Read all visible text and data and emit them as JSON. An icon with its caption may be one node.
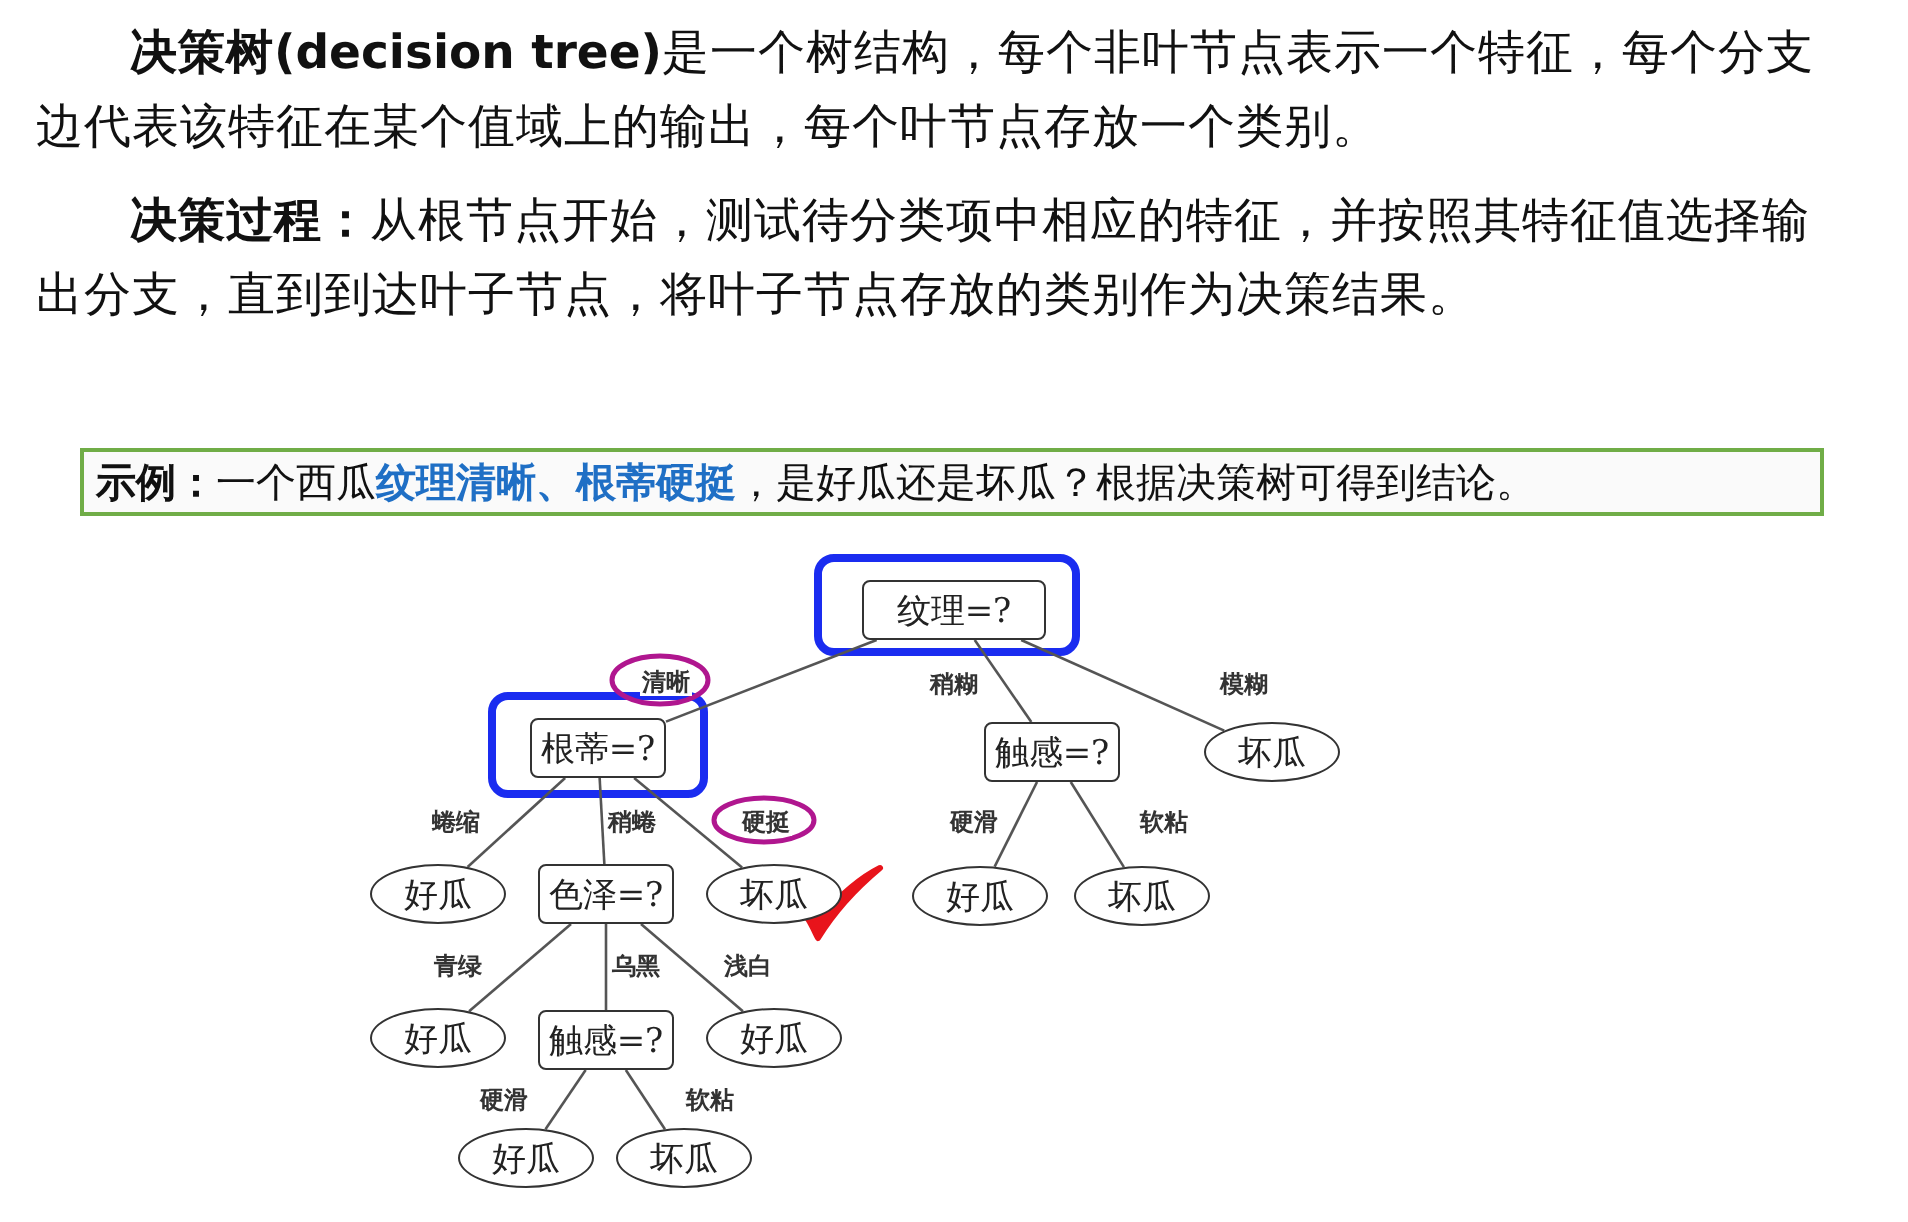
{
  "diagram": {
    "nodes": [
      {
        "text": [
          "纹理=?"
        ]
      },
      {
        "text": [
          "根蒂=?"
        ]
      },
      {
        "text": [
          "触感=?"
        ]
      },
      {
        "text": [
          "坏瓜"
        ]
      },
      {
        "text": [
          "好瓜"
        ]
      },
      {
        "text": [
          "色泽=?"
        ]
      },
      {
        "text": [
          "坏瓜"
        ]
      },
      {
        "text": [
          "好瓜"
        ]
      },
      {
        "text": [
          "坏瓜"
        ]
      },
      {
        "text": [
          "好瓜"
        ]
      },
      {
        "text": [
          "触感=?"
        ]
      },
      {
        "text": [
          "好瓜"
        ]
      },
      {
        "text": [
          "好瓜"
        ]
      },
      {
        "text": [
          "坏瓜"
        ]
      }
    ],
    "edges": [
      {
        "from": 0,
        "to": 1,
        "arrow": "none",
        "label": "清晰"
      },
      {
        "from": 0,
        "to": 2,
        "arrow": "none",
        "label": "稍糊"
      },
      {
        "from": 0,
        "to": 3,
        "arrow": "none",
        "label": "模糊"
      },
      {
        "from": 1,
        "to": 4,
        "arrow": "none",
        "label": "蜷缩"
      },
      {
        "from": 1,
        "to": 5,
        "arrow": "none",
        "label": "稍蜷"
      },
      {
        "from": 1,
        "to": 6,
        "arrow": "none",
        "label": "硬挺"
      },
      {
        "from": 2,
        "to": 7,
        "arrow": "none",
        "label": "硬滑"
      },
      {
        "from": 2,
        "to": 8,
        "arrow": "none",
        "label": "软粘"
      },
      {
        "from": 5,
        "to": 9,
        "arrow": "none",
        "label": "青绿"
      },
      {
        "from": 5,
        "to": 10,
        "arrow": "none",
        "label": "乌黑"
      },
      {
        "from": 5,
        "to": 11,
        "arrow": "none",
        "label": "浅白"
      },
      {
        "from": 10,
        "to": 12,
        "arrow": "none",
        "label": "硬滑"
      },
      {
        "from": 10,
        "to": 13,
        "arrow": "none",
        "label": "软粘"
      }
    ],
    "labels": [
      "**决策树(decision tree)**是一个树结构，每个非叶节点表示一个特征，每个分支边代表该特征在某个值域上的输出，每个叶节点存放一个类别。",
      "**决策过程：**从根节点开始，测试待分类项中相应的特征，并按照其特征值选择输出分支，直到到达叶子节点，将叶子节点存放的类别作为决策结果。",
      "**示例：**一个西瓜**纹理清晰、根蒂硬挺**，是好瓜还是坏瓜？根据决策树可得到结论。"
    ]
  }
}
